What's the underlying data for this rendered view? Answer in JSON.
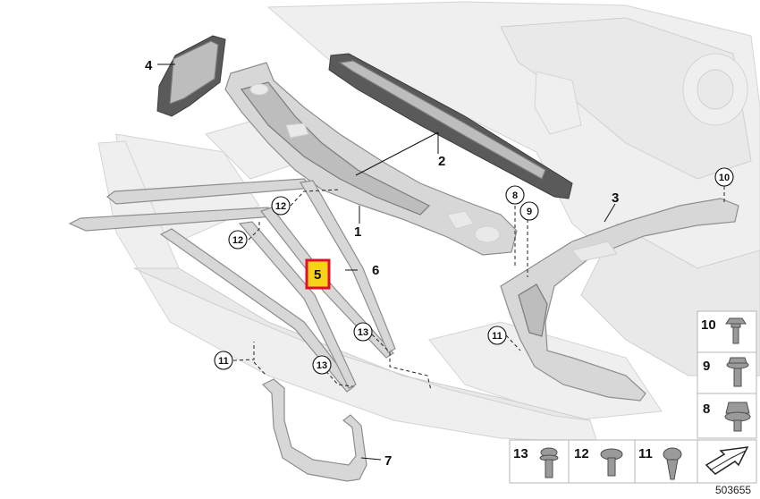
{
  "callouts": {
    "p1": "1",
    "p2": "2",
    "p3": "3",
    "p4": "4",
    "p5": "5",
    "p6": "6",
    "p7": "7",
    "c8": "8",
    "c9": "9",
    "c10": "10",
    "c11a": "11",
    "c11b": "11",
    "c12a": "12",
    "c12b": "12",
    "c13a": "13",
    "c13b": "13"
  },
  "highlighted_part": "5",
  "highlight_color": "#e0102a",
  "highlight_fill": "#f6d21a",
  "legend": {
    "items": [
      {
        "num": "10",
        "icon": "flange-bolt-icon"
      },
      {
        "num": "9",
        "icon": "hex-bolt-washer-icon"
      },
      {
        "num": "8",
        "icon": "hex-nut-flange-icon"
      },
      {
        "num": "13",
        "icon": "torx-bolt-icon"
      },
      {
        "num": "12",
        "icon": "pan-head-screw-icon"
      },
      {
        "num": "11",
        "icon": "oval-head-screw-icon"
      }
    ],
    "arrow_icon": "direction-arrow-icon"
  },
  "reference_number": "503655"
}
